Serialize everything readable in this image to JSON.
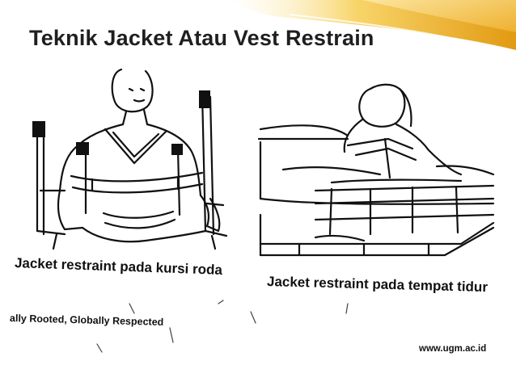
{
  "slide": {
    "title": "Teknik Jacket Atau Vest Restrain",
    "captions": {
      "wheelchair": "Jacket restraint pada kursi roda",
      "bed": "Jacket restraint pada tempat tidur",
      "tagline": "ally Rooted, Globally Respected",
      "url": "www.ugm.ac.id"
    }
  },
  "colors": {
    "gold_dark": "#e0a020",
    "gold_light": "#f8d56a",
    "ink": "#111111"
  }
}
